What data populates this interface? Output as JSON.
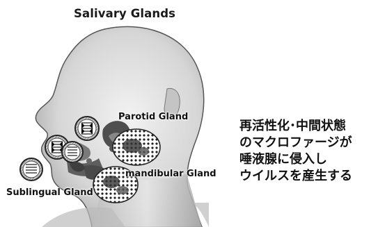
{
  "title": "Salivary Glands",
  "labels": {
    "parotid": "Parotid Gland",
    "submandibular": "mandibular Gland",
    "sublingual": "Sublingual Gland"
  },
  "description_lines": [
    "再活性化･中間状態",
    "のマクロファージが",
    "唾液腺に侵入し",
    "ウイルスを産生する"
  ],
  "icons": {
    "virus_cell": "virus-cell-icon",
    "infected_gland": "infected-gland-icon"
  },
  "colors": {
    "skin_light": "#e8e8e8",
    "skin_mid": "#bcbcbc",
    "skin_dark": "#8a8a8a",
    "gland": "#5a5a5a"
  }
}
